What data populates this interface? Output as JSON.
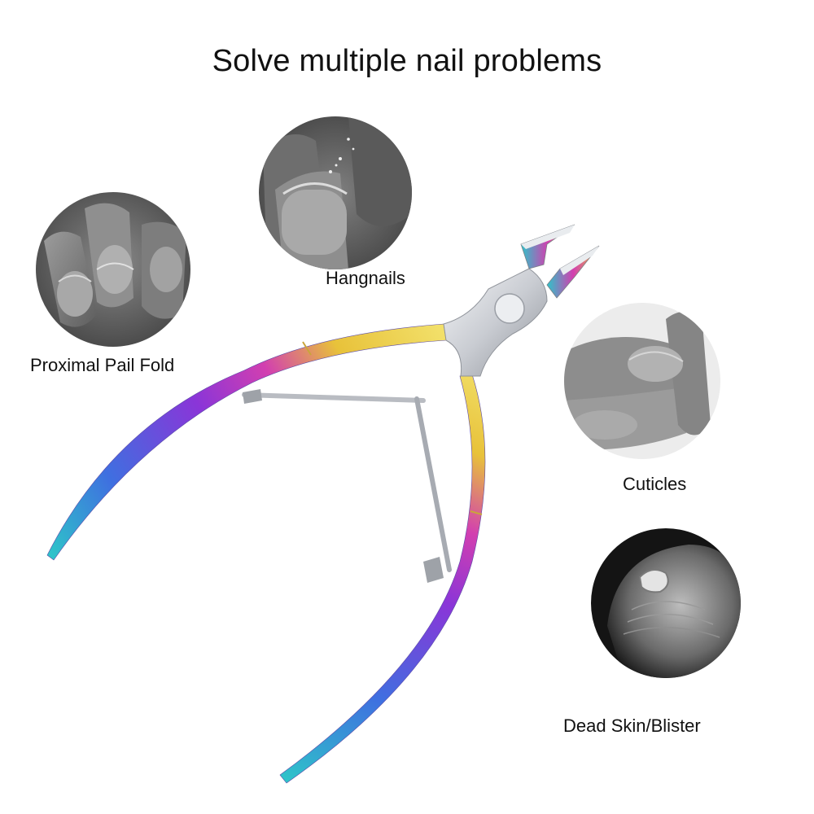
{
  "title": "Solve multiple nail problems",
  "problems": [
    {
      "label": "Proximal Pail Fold",
      "icon": "finger-nail-fold-photo"
    },
    {
      "label": "Hangnails",
      "icon": "finger-hangnail-photo"
    },
    {
      "label": "Cuticles",
      "icon": "finger-cuticle-photo"
    },
    {
      "label": "Dead Skin/Blister",
      "icon": "fingertip-blister-photo"
    }
  ],
  "product": {
    "icon": "cuticle-nipper-icon"
  },
  "colors": {
    "background": "#ffffff",
    "text": "#111111",
    "rainbow": [
      "#2ec4c9",
      "#3f6fe0",
      "#8a35d8",
      "#d23fb0",
      "#e8c23a",
      "#f2e06a"
    ],
    "steel": "#c9ccd2"
  }
}
